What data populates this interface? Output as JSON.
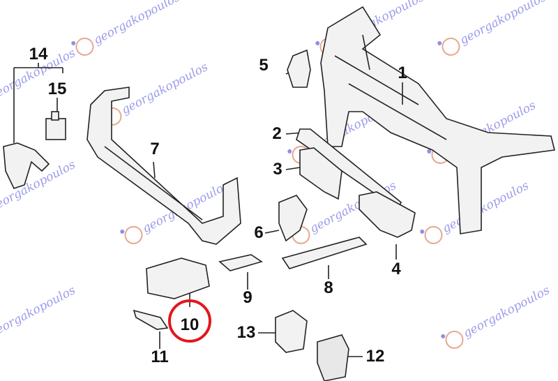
{
  "watermark_text": "georgakopoulos",
  "callouts": {
    "c1": "1",
    "c2": "2",
    "c3": "3",
    "c4": "4",
    "c5": "5",
    "c6": "6",
    "c7": "7",
    "c8": "8",
    "c9": "9",
    "c10": "10",
    "c11": "11",
    "c12": "12",
    "c13": "13",
    "c14": "14",
    "c15": "15"
  },
  "highlight": {
    "part": "10",
    "color": "#e3161b"
  }
}
